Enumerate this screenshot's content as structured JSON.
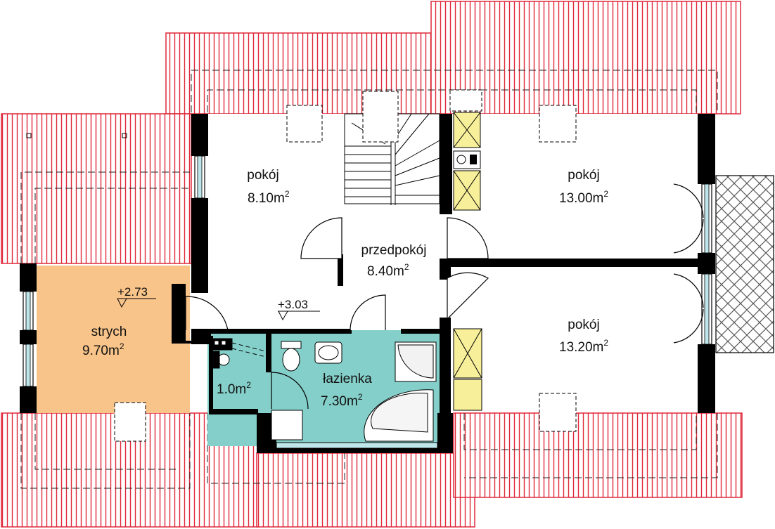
{
  "rooms": {
    "pokoj_a": {
      "name": "pokój",
      "area": "8.10m",
      "unit_exp": "2"
    },
    "pokoj_b": {
      "name": "pokój",
      "area": "13.00m",
      "unit_exp": "2"
    },
    "przedpokoj": {
      "name": "przedpokój",
      "area": "8.40m",
      "unit_exp": "2"
    },
    "pokoj_c": {
      "name": "pokój",
      "area": "13.20m",
      "unit_exp": "2"
    },
    "strych": {
      "name": "strych",
      "area": "9.70m",
      "unit_exp": "2"
    },
    "lazienka": {
      "name": "łazienka",
      "area": "7.30m",
      "unit_exp": "2"
    },
    "schowek": {
      "area": "1.0m",
      "unit_exp": "2"
    }
  },
  "levels": {
    "strych_level": "+2.73",
    "hall_level": "+3.03"
  },
  "colors": {
    "roof_line": "#e0283a",
    "wall": "#000000",
    "strych_fill": "#f8c48a",
    "bath_fill": "#84cfc9",
    "chimney_fill": "#f7ef9a",
    "balcony_pattern": "#555555",
    "window_glass": "#bfe6ea"
  }
}
